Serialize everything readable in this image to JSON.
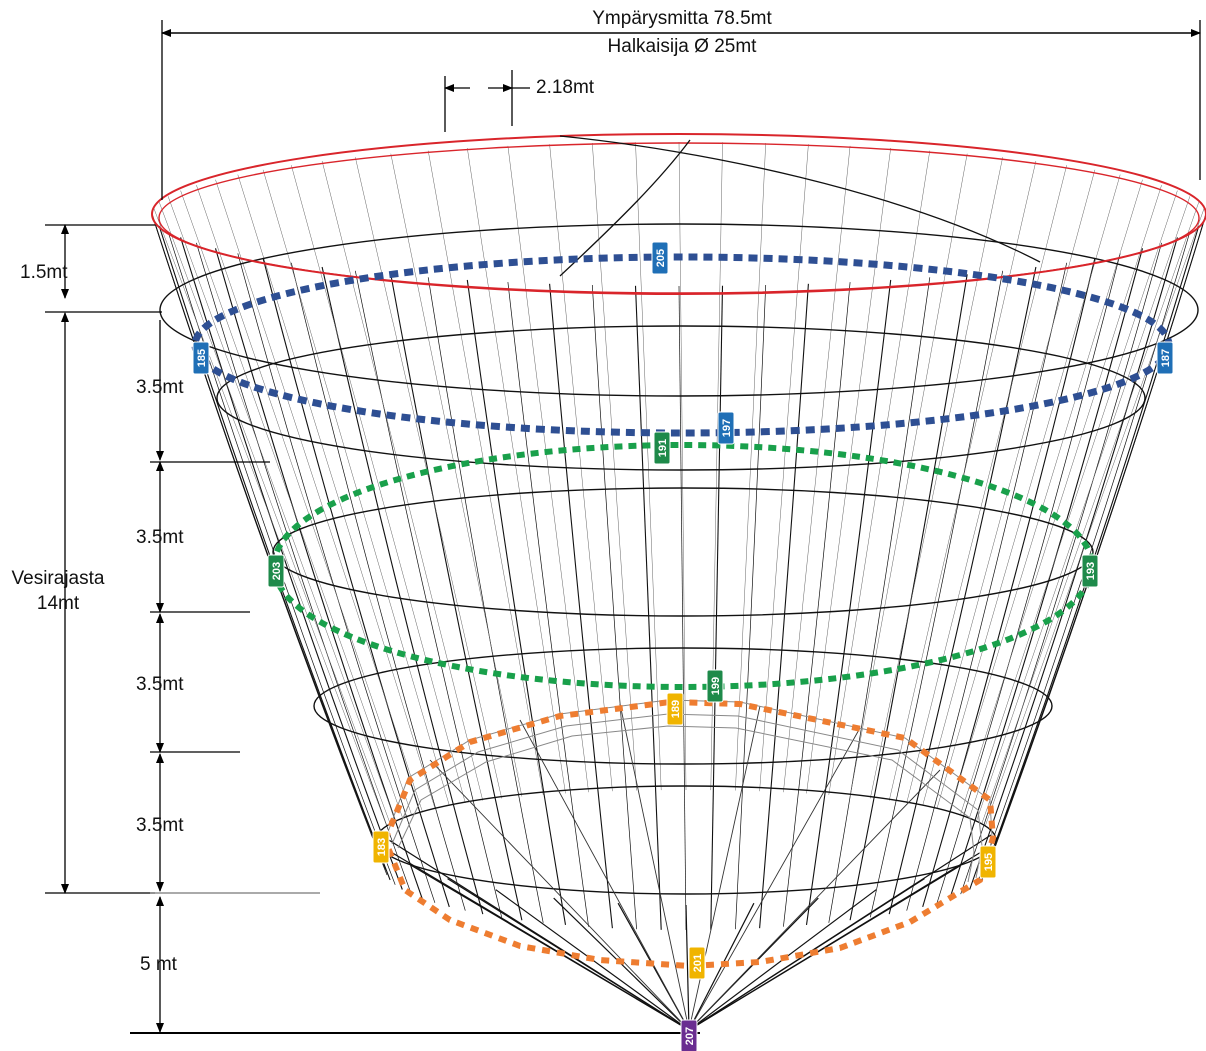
{
  "title": {
    "circumference": "Ympärysmitta 78.5mt",
    "diameter": "Halkaisija Ø 25mt"
  },
  "spacing_label": "2.18mt",
  "depth_label": {
    "line1": "Vesirajasta",
    "line2": "14mt"
  },
  "height_labels": [
    "1.5mt",
    "3.5mt",
    "3.5mt",
    "3.5mt",
    "3.5mt",
    "5 mt"
  ],
  "markers": [
    {
      "id": "205",
      "color": "#1f6fb6"
    },
    {
      "id": "185",
      "color": "#1f6fb6"
    },
    {
      "id": "187",
      "color": "#1f6fb6"
    },
    {
      "id": "197",
      "color": "#1f6fb6"
    },
    {
      "id": "191",
      "color": "#1e8a4a"
    },
    {
      "id": "203",
      "color": "#1e8a4a"
    },
    {
      "id": "193",
      "color": "#1e8a4a"
    },
    {
      "id": "199",
      "color": "#1e8a4a"
    },
    {
      "id": "189",
      "color": "#f0b400"
    },
    {
      "id": "183",
      "color": "#f0b400"
    },
    {
      "id": "195",
      "color": "#f0b400"
    },
    {
      "id": "201",
      "color": "#f0b400"
    },
    {
      "id": "207",
      "color": "#6a2d91"
    }
  ],
  "colors": {
    "rim": "#d9252b",
    "blue_ring": "#2e4f93",
    "green_ring": "#19a04b",
    "orange_ring": "#ee7d31",
    "mesh": "#111111"
  }
}
